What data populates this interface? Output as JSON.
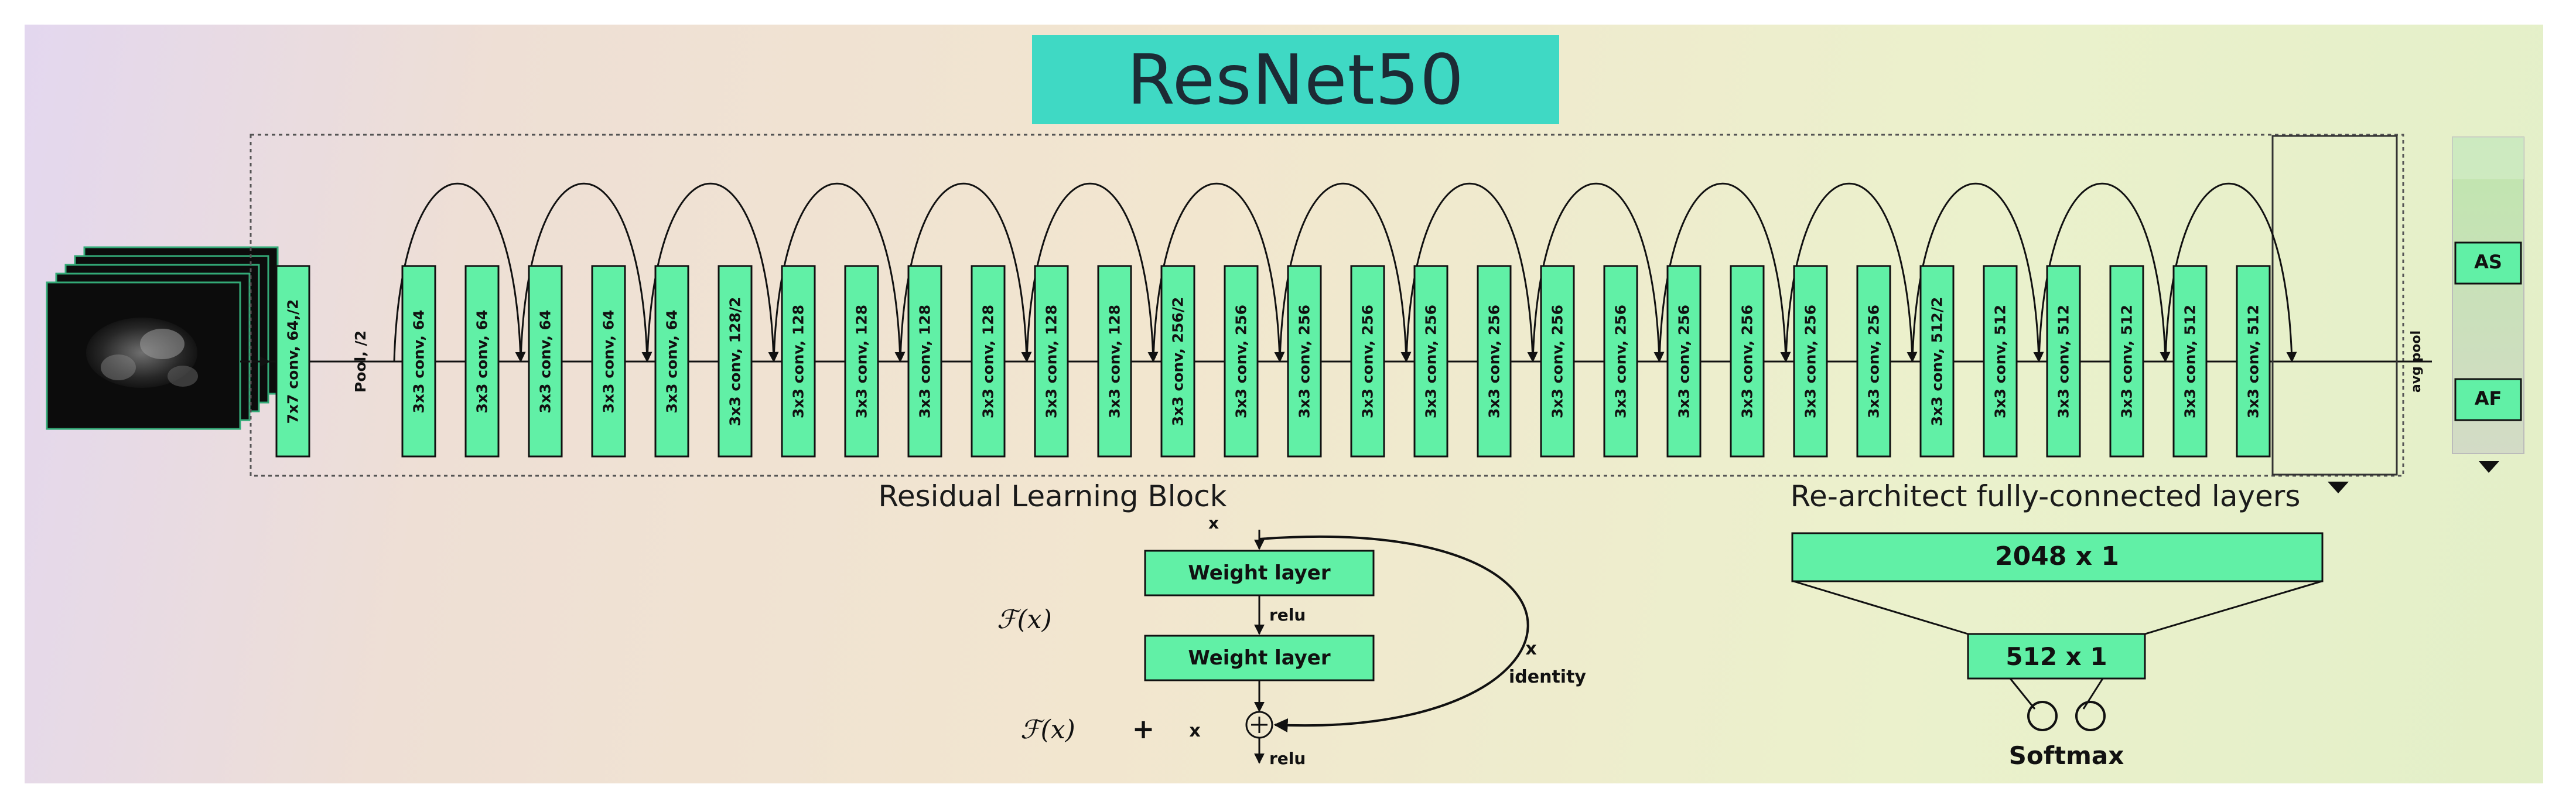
{
  "title": "ResNet50",
  "layers": [
    "7x7 conv, 64,/2",
    "3x3 conv, 64",
    "3x3 conv, 64",
    "3x3 conv, 64",
    "3x3 conv, 64",
    "3x3 conv, 64",
    "3x3 conv, 128/2",
    "3x3 conv, 128",
    "3x3 conv, 128",
    "3x3 conv, 128",
    "3x3 conv, 128",
    "3x3 conv, 128",
    "3x3 conv, 128",
    "3x3 conv, 256/2",
    "3x3 conv, 256",
    "3x3 conv, 256",
    "3x3 conv, 256",
    "3x3 conv, 256",
    "3x3 conv, 256",
    "3x3 conv, 256",
    "3x3 conv, 256",
    "3x3 conv, 256",
    "3x3 conv, 256",
    "3x3 conv, 256",
    "3x3 conv, 256",
    "3x3 conv, 512/2",
    "3x3 conv, 512",
    "3x3 conv, 512",
    "3x3 conv, 512",
    "3x3 conv, 512",
    "3x3 conv, 512"
  ],
  "pool_label": "Pool, /2",
  "avg_pool_label": "avg pool",
  "outputs": [
    "AS",
    "AF"
  ],
  "residual_block": {
    "heading": "Residual Learning Block",
    "input": "x",
    "layer1": "Weight layer",
    "layer2": "Weight layer",
    "relu_mid": "relu",
    "relu_out": "relu",
    "fx": "ℱ(x)",
    "sum_left": "ℱ(x)",
    "plus": "+",
    "sum_x": "x",
    "shortcut_x": "x",
    "shortcut_label": "identity"
  },
  "fc": {
    "heading": "Re-architect fully-connected layers",
    "layer1": "2048 x 1",
    "layer2": "512 x 1",
    "softmax": "Softmax"
  },
  "colors": {
    "layer_fill": "#61f0a6",
    "title_bg": "#3fd9c4",
    "output_panel": "#c7e8b6"
  }
}
